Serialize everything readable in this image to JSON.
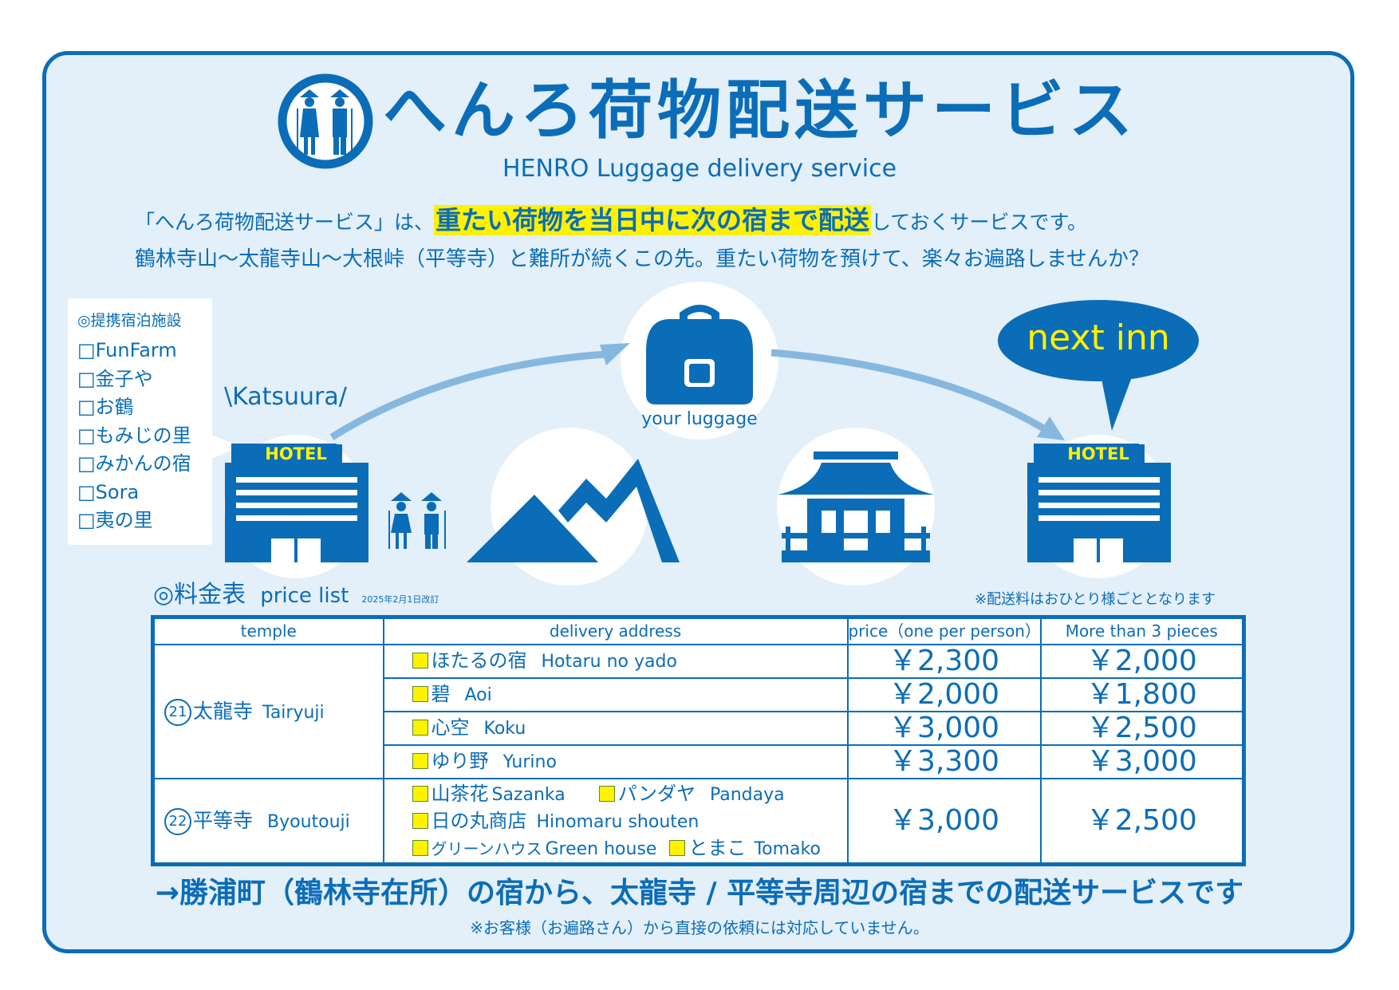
{
  "title": "へんろ荷物配送サービス",
  "subtitle": "HENRO Luggage delivery service",
  "intro": {
    "pre": "「へんろ荷物配送サービス」は、",
    "highlight": "重たい荷物を当日中に次の宿まで配送",
    "post": "しておくサービスです。",
    "line2": "鶴林寺山〜太龍寺山〜大根峠（平等寺）と難所が続くこの先。重たい荷物を預けて、楽々お遍路しませんか？"
  },
  "partners": {
    "heading": "◎提携宿泊施設",
    "items": [
      "□FunFarm",
      "□金子や",
      "□お鶴",
      "□もみじの里",
      "□みかんの宿",
      "□Sora",
      "□夷の里"
    ]
  },
  "illustration": {
    "origin": "\\Katsuura/",
    "hotel_sign": "HOTEL",
    "luggage": "your luggage",
    "bubble": "next inn"
  },
  "price_list": {
    "heading": "◎料金表",
    "heading_en": "price list",
    "revised": "2025年2月1日改訂",
    "note": "※配送料はおひとり様ごととなります",
    "columns": [
      "temple",
      "delivery address",
      "price（one per person）",
      "More than 3 pieces"
    ],
    "groups": [
      {
        "num": "21",
        "temple": "太龍寺",
        "temple_en": "Tairyuji",
        "rows": [
          {
            "name": "ほたるの宿",
            "en": "Hotaru no yado",
            "price": "￥2,300",
            "bulk": "￥2,000"
          },
          {
            "name": "碧",
            "en": "Aoi",
            "price": "￥2,000",
            "bulk": "￥1,800"
          },
          {
            "name": "心空",
            "en": "Koku",
            "price": "￥3,000",
            "bulk": "￥2,500"
          },
          {
            "name": "ゆり野",
            "en": "Yurino",
            "price": "￥3,300",
            "bulk": "￥3,000"
          }
        ]
      },
      {
        "num": "22",
        "temple": "平等寺",
        "temple_en": "Byoutouji",
        "inns": [
          {
            "name": "山茶花",
            "en": "Sazanka"
          },
          {
            "name": "パンダヤ",
            "en": "Pandaya"
          },
          {
            "name": "日の丸商店",
            "en": "Hinomaru shouten"
          },
          {
            "name": "グリーンハウス",
            "en": "Green house"
          },
          {
            "name": "とまこ",
            "en": "Tomako"
          }
        ],
        "price": "￥3,000",
        "bulk": "￥2,500"
      }
    ]
  },
  "footer": {
    "main": "→勝浦町（鶴林寺在所）の宿から、太龍寺 / 平等寺周辺の宿までの配送サービスです",
    "note": "※お客様（お遍路さん）から直接の依頼には対応していません。"
  },
  "colors": {
    "primary": "#0b6db8",
    "background": "#e3eff9",
    "highlight": "#fff200"
  }
}
